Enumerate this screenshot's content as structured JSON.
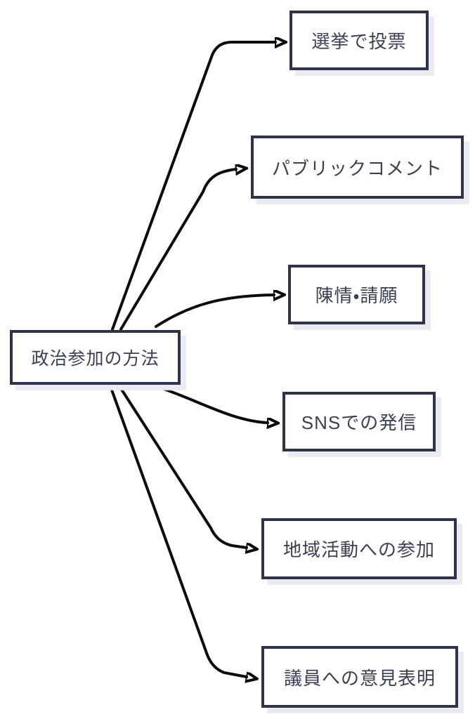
{
  "diagram": {
    "type": "mindmap-flowchart",
    "root": {
      "id": "root",
      "label": "政治参加の方法"
    },
    "children": [
      {
        "id": "vote",
        "label": "選挙で投票"
      },
      {
        "id": "public-comment",
        "label": "パブリックコメント"
      },
      {
        "id": "petition",
        "label": "陳情・請願"
      },
      {
        "id": "sns",
        "label": "SNSでの発信"
      },
      {
        "id": "community",
        "label": "地域活動への参加"
      },
      {
        "id": "representative",
        "label": "議員への意見表明"
      }
    ],
    "edges": [
      {
        "from": "root",
        "to": "vote"
      },
      {
        "from": "root",
        "to": "public-comment"
      },
      {
        "from": "root",
        "to": "petition"
      },
      {
        "from": "root",
        "to": "sns"
      },
      {
        "from": "root",
        "to": "community"
      },
      {
        "from": "root",
        "to": "representative"
      }
    ],
    "colors": {
      "background": "#ffffff",
      "node_border": "#2f3349",
      "node_fill": "#ffffff",
      "node_text": "#3a3f54",
      "node_shadow": "#e9ebf1",
      "arrow": "#0b0b0b"
    }
  }
}
